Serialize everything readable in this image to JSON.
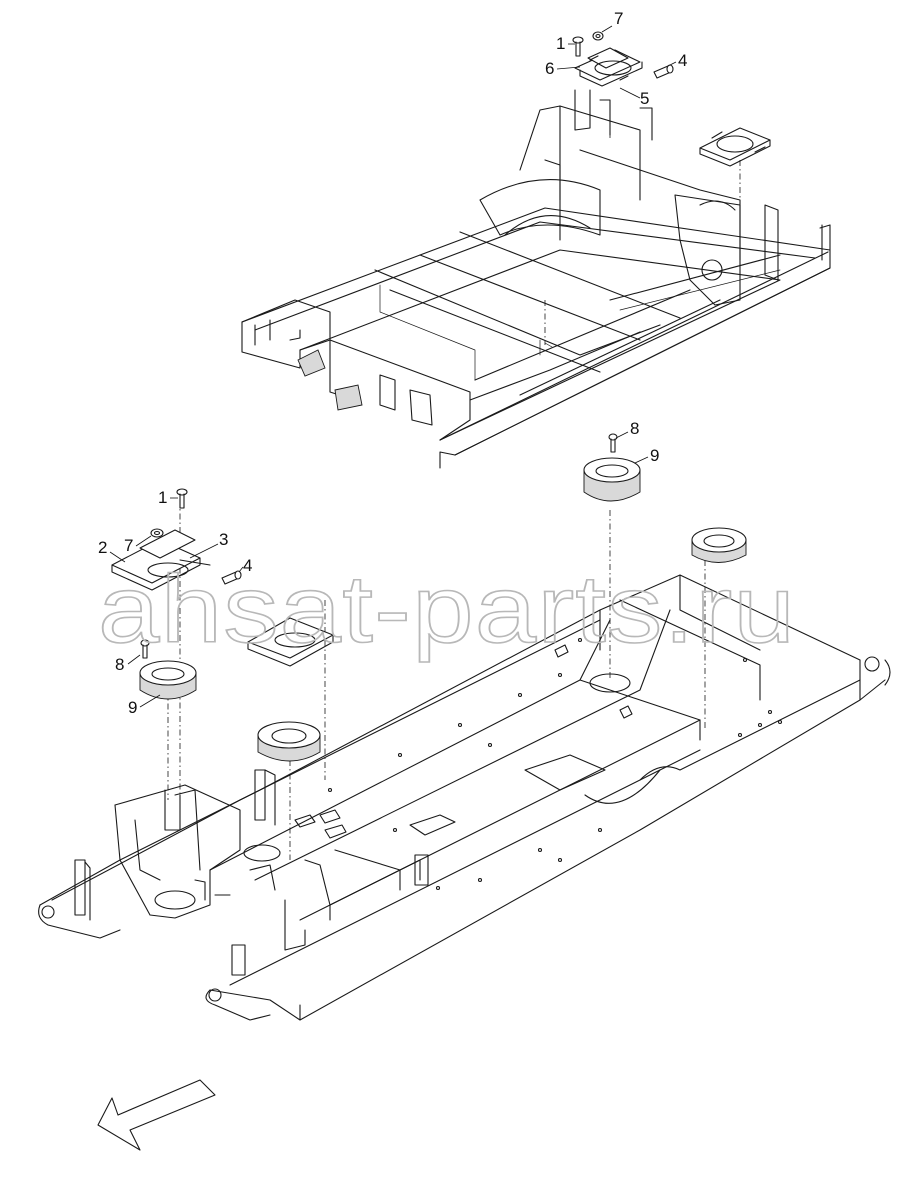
{
  "watermark": "ahsat-parts.ru",
  "corner_mark": "",
  "callouts": {
    "top_1": "1",
    "top_7": "7",
    "top_6": "6",
    "top_4": "4",
    "top_5": "5",
    "mid_8": "8",
    "mid_9": "9",
    "left_1": "1",
    "left_2": "2",
    "left_7": "7",
    "left_3": "3",
    "left_4": "4",
    "left_8": "8",
    "left_9": "9"
  },
  "colors": {
    "line": "#1a1a1a",
    "shade": "#d9d9d9",
    "watermark": "#b8b8b8"
  }
}
